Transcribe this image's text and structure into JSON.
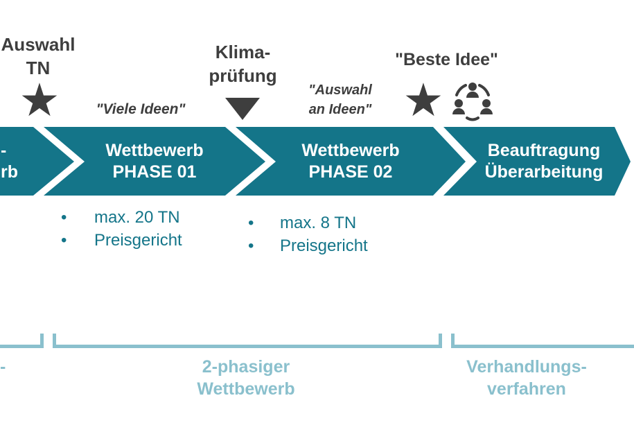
{
  "palette": {
    "teal": "#147589",
    "dark_gray": "#3e3e3e",
    "light_blue": "#8ac0cd",
    "white": "#ffffff"
  },
  "icons": {
    "star_glyph": "★"
  },
  "process": {
    "stages": [
      {
        "lines": [
          "-",
          "rb"
        ]
      },
      {
        "lines": [
          "Wettbewerb",
          "PHASE 01"
        ]
      },
      {
        "lines": [
          "Wettbewerb",
          "PHASE 02"
        ]
      },
      {
        "lines": [
          "Beauftragung",
          "Überarbeitung"
        ]
      }
    ]
  },
  "annotations": {
    "auswahl_tn": {
      "lines": [
        "Auswahl",
        "TN"
      ]
    },
    "klimapruefung": {
      "lines": [
        "Klima-",
        "prüfung"
      ]
    },
    "beste_idee": "\"Beste Idee\"",
    "viele_ideen": "\"Viele Ideen\"",
    "auswahl_an_ideen": {
      "lines": [
        "\"Auswahl",
        "an Ideen\""
      ]
    }
  },
  "details": {
    "phase1": [
      "max. 20 TN",
      "Preisgericht"
    ],
    "phase2": [
      "max. 8 TN",
      "Preisgericht"
    ],
    "bullet_glyph": "•"
  },
  "brackets": {
    "left_fragment": "-",
    "two_phase": {
      "lines": [
        "2-phasiger",
        "Wettbewerb"
      ]
    },
    "negotiation": {
      "lines": [
        "Verhandlungs-",
        "verfahren"
      ]
    }
  }
}
